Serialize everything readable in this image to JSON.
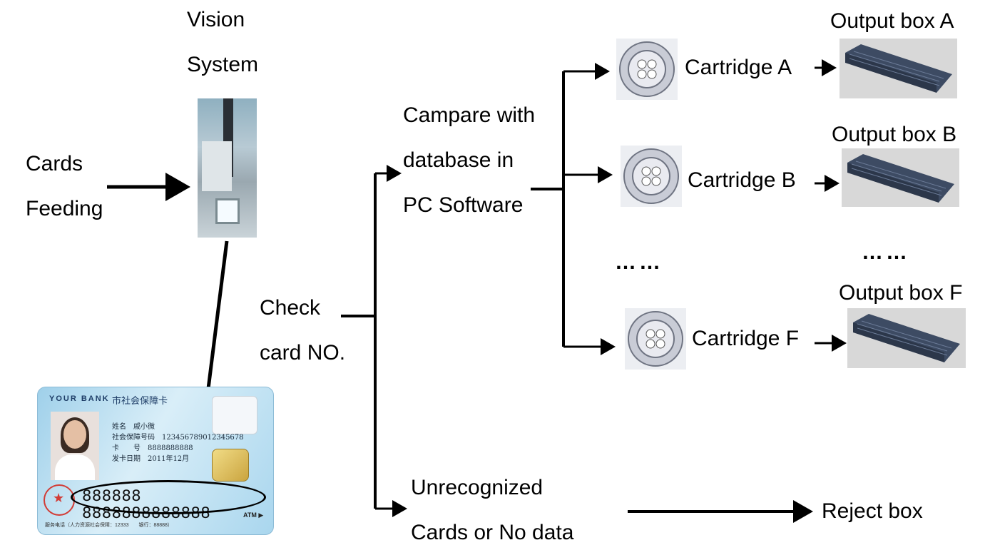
{
  "labels": {
    "vision": [
      "Vision",
      "System"
    ],
    "feeding": [
      "Cards",
      "Feeding"
    ],
    "check": [
      "Check",
      "card NO."
    ],
    "compare": [
      "Campare with",
      "database in",
      "PC Software"
    ],
    "unrecognized": [
      "Unrecognized",
      "Cards or No data"
    ],
    "reject": "Reject box",
    "ellipsis_left": "……",
    "ellipsis_right": "……"
  },
  "cartridges": [
    {
      "label": "Cartridge A",
      "output": "Output box A"
    },
    {
      "label": "Cartridge B",
      "output": "Output box B"
    },
    {
      "label": "Cartridge F",
      "output": "Output box F"
    }
  ],
  "card": {
    "bank": "YOUR BANK",
    "bank_cn": "市社会保障卡",
    "lines": [
      "姓名　戚小微",
      "社会保障号码　123456789012345678",
      "卡　　号　8888888888",
      "发卡日期　2011年12月"
    ],
    "number": "888888 8888888888888",
    "atm": "ATM ▶",
    "footer": "服务电话（人力资源社会保障：12333　　银行：88888）"
  },
  "icons": [
    "camera-icon",
    "cartridge-icon",
    "output-box-icon",
    "id-card-icon",
    "arrow-icon"
  ]
}
